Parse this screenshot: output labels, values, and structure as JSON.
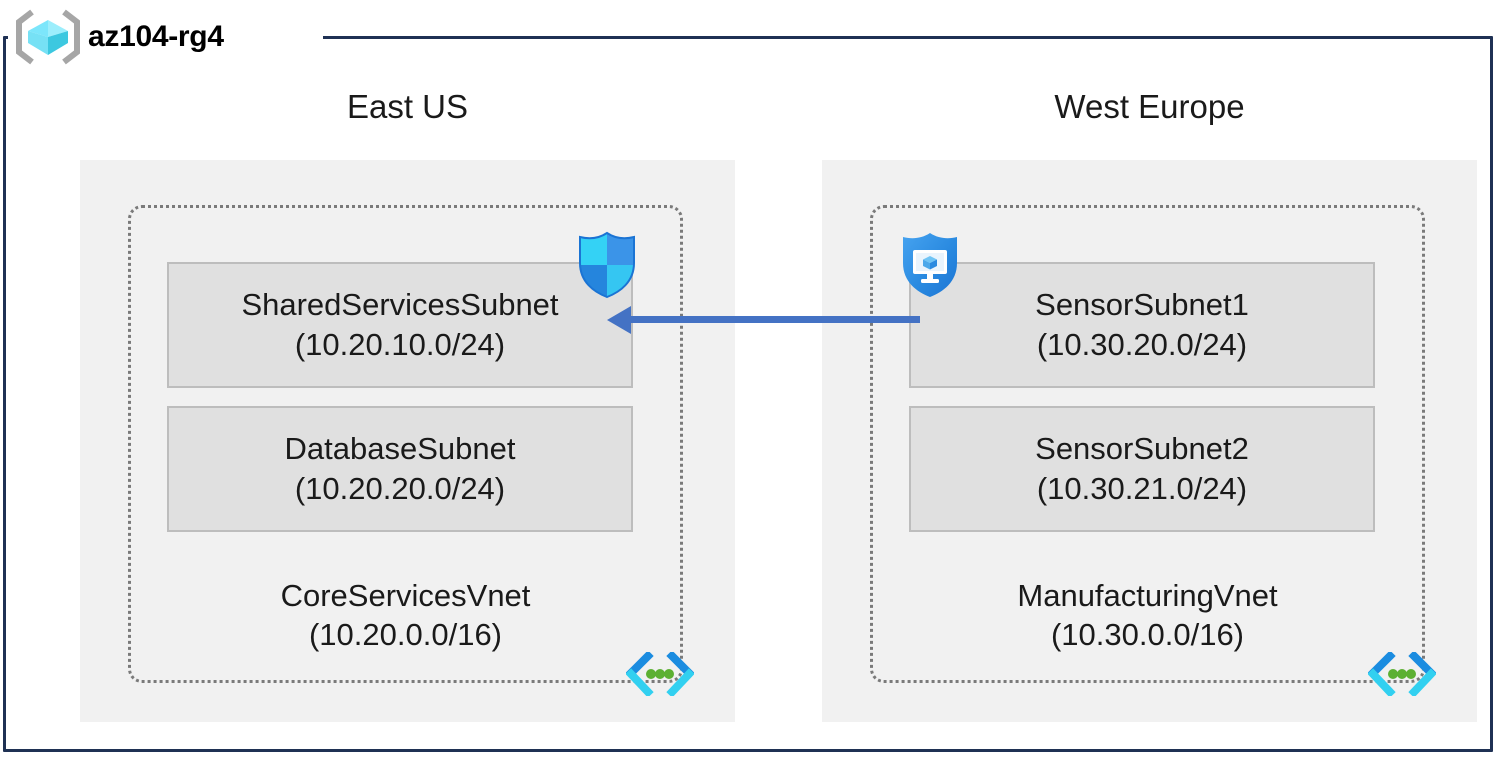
{
  "resource_group": {
    "name": "az104-rg4",
    "icon": "azure-resource-group-icon"
  },
  "colors": {
    "frame_border": "#1f3154",
    "region_fill": "#f1f1f1",
    "vnet_border": "#7a7a7a",
    "subnet_fill": "#e0e0e0",
    "subnet_border": "#bdbdbd",
    "arrow": "#4472c4",
    "azure_cyan": "#32d0f0",
    "azure_blue": "#1b8ce0",
    "vnet_dot_green": "#5cb032"
  },
  "regions": [
    {
      "label": "East US",
      "vnet": {
        "name": "CoreServicesVnet",
        "cidr": "(10.20.0.0/16)",
        "icon": "virtual-network-icon",
        "subnets": [
          {
            "name": "SharedServicesSubnet",
            "cidr": "(10.20.10.0/24)",
            "attached_icon": "network-security-group-shield-icon"
          },
          {
            "name": "DatabaseSubnet",
            "cidr": "(10.20.20.0/24)",
            "attached_icon": null
          }
        ]
      }
    },
    {
      "label": "West Europe",
      "vnet": {
        "name": "ManufacturingVnet",
        "cidr": "(10.30.0.0/16)",
        "icon": "virtual-network-icon",
        "subnets": [
          {
            "name": "SensorSubnet1",
            "cidr": "(10.30.20.0/24)",
            "attached_icon": "application-security-group-shield-icon"
          },
          {
            "name": "SensorSubnet2",
            "cidr": "(10.30.21.0/24)",
            "attached_icon": null
          }
        ]
      }
    }
  ],
  "connection": {
    "name": "vnet-peering-arrow",
    "direction": "right-to-left",
    "from": "SensorSubnet1",
    "to": "SharedServicesSubnet"
  }
}
